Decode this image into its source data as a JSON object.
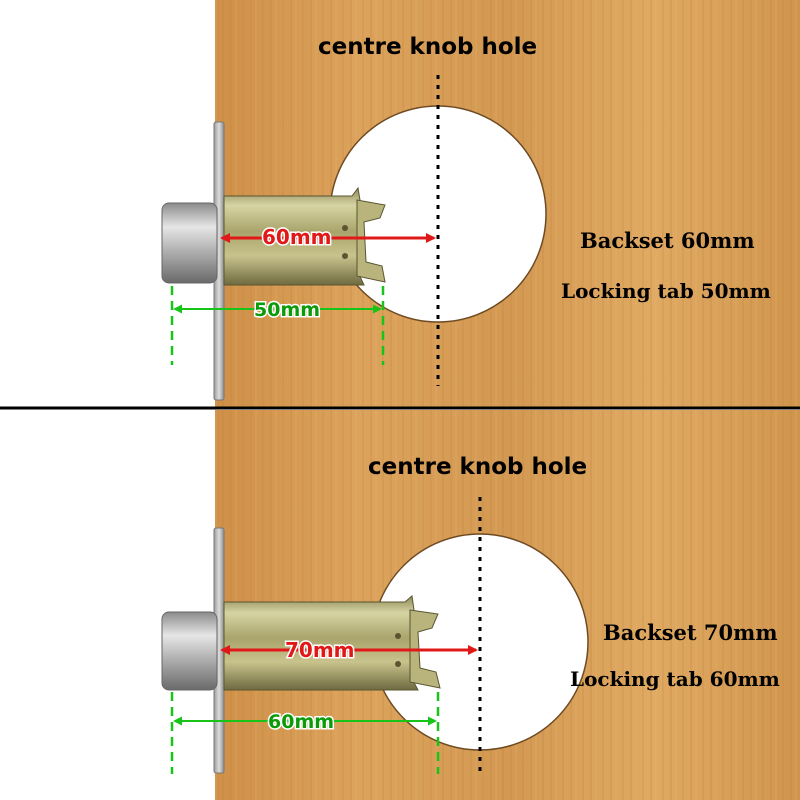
{
  "colors": {
    "wood": "#d49a52",
    "measure_red": "#e01818",
    "measure_green": "#18c418",
    "separator": "#000000"
  },
  "top_panel": {
    "title": "centre knob hole",
    "backset_label": "Backset 60mm",
    "locking_tab_label": "Locking tab 50mm",
    "backset_dimension": "60mm",
    "tab_dimension": "50mm"
  },
  "bottom_panel": {
    "title": "centre knob hole",
    "backset_label": "Backset 70mm",
    "locking_tab_label": "Locking tab 60mm",
    "backset_dimension": "70mm",
    "tab_dimension": "60mm"
  }
}
